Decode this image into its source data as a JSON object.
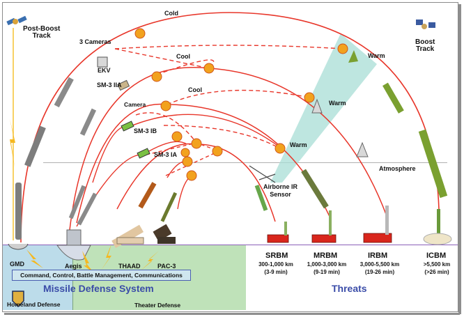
{
  "diagram": {
    "title": "Missile Defense System",
    "threats_title": "Threats",
    "sensors": {
      "post_boost_track": [
        "Post-Boost",
        "Track"
      ],
      "boost_track": [
        "Boost",
        "Track"
      ],
      "airborne_ir_sensor": [
        "Airborne IR",
        "Sensor"
      ]
    },
    "interceptors": {
      "ekv": "EKV",
      "three_cameras": "3 Cameras",
      "sm3_iia": "SM-3 IIA",
      "camera": "Camera",
      "sm3_ib": "SM-3 IB",
      "sm3_ia": "SM-3 IA"
    },
    "temperature_labels": {
      "cold": "Cold",
      "cool_1": "Cool",
      "cool_2": "Cool",
      "warm_1": "Warm",
      "warm_2": "Warm",
      "warm_3": "Warm"
    },
    "atmosphere_label": "Atmosphere",
    "defense_systems": [
      "GMD",
      "Aegis",
      "THAAD",
      "PAC-3"
    ],
    "c2_label": "Command, Control, Battle Management, Communications",
    "regions": {
      "homeland": "Homeland Defense",
      "theater": "Theater Defense"
    },
    "threats": [
      {
        "name": "SRBM",
        "range": "300-1,000 km",
        "time": "(3-9 min)"
      },
      {
        "name": "MRBM",
        "range": "1,000-3,000 km",
        "time": "(9-19 min)"
      },
      {
        "name": "IRBM",
        "range": "3,000-5,500 km",
        "time": "(19-26 min)"
      },
      {
        "name": "ICBM",
        "range": ">5,500 km",
        "time": "(>26 min)"
      }
    ],
    "colors": {
      "trajectory": "#e8362a",
      "homeland_fill": "#bcdcea",
      "theater_fill": "#bfe2b9",
      "title_blue": "#3a4ca8",
      "sensor_cone": "#a8ddd6",
      "ground_line": "#8a5fb8"
    }
  }
}
